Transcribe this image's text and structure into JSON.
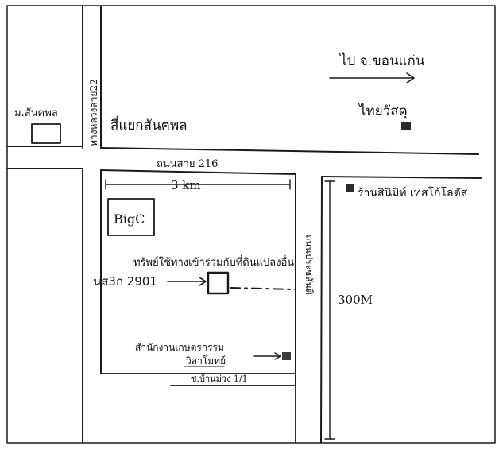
{
  "map": {
    "direction_label": "ไป จ.ขอนแก่น",
    "village_label": "ม.สันฅพล",
    "junction_label": "สี่แยกสันฅพล",
    "highway_vertical_label": "ทางหลวงสาย22",
    "highway_horizontal_label": "ถนนสาย 216",
    "distance_3km": "3 km",
    "bigc_label": "BigC",
    "thaiwatsadu_label": "ไทยวัสดุ",
    "shop_label": "ร้านสินิมิท์ เทสโก้โลตัส",
    "road_vertical_label": "ถนนประชสันติ",
    "distance_300m": "300M",
    "property_note": "ทรัพย์ใช้ทางเข้าร่วมกับที่ดินแปลงอื่น",
    "property_code": "นส3ก 2901",
    "office_label_line1": "สำนักงานเกษตรกรรม",
    "office_label_line2": "วิสาโมทย์",
    "soi_label": "ซ.บ้านม่วง 1/1"
  }
}
